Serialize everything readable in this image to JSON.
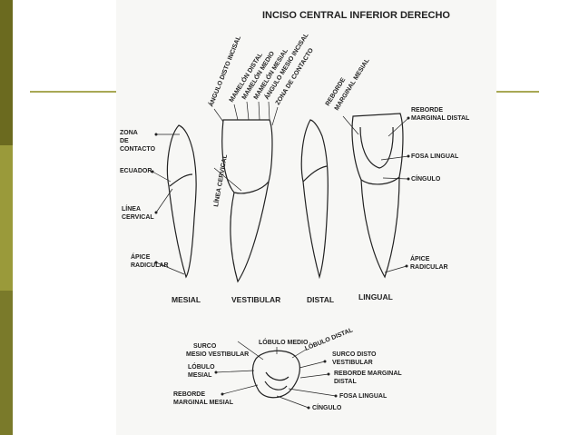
{
  "colors": {
    "sidebar_top": "#6b6a1f",
    "sidebar_mid": "#9a9a3a",
    "sidebar_bottom": "#7a7a2a",
    "accent_rule": "#a8a855",
    "ink": "#222222"
  },
  "title": "INCISO CENTRAL INFERIOR DERECHO",
  "views": {
    "mesial": "MESIAL",
    "vestibular": "VESTIBULAR",
    "distal": "DISTAL",
    "lingual": "LINGUAL"
  },
  "top_labels": {
    "angulo_disto_incisal": "ÁNGULO DISTO INCISAL",
    "mamelon_distal": "MAMELÓN DISTAL",
    "mamelon_medio": "MAMELÓN MEDIO",
    "mamelon_mesial": "MAMELÓN MESIAL",
    "angulo_mesio_incisal": "ÁNGULO MESIO INCISAL",
    "zona_contacto": "ZONA DE CONTACTO",
    "reborde_marginal_mesial": [
      "REBORDE",
      "MARGINAL MESIAL"
    ]
  },
  "left_labels": {
    "zona_contacto": [
      "ZONA",
      "DE",
      "CONTACTO"
    ],
    "ecuador": "ECUADOR",
    "linea_cervical": [
      "LÍNEA",
      "CERVICAL"
    ],
    "apice_radicular": [
      "ÁPICE",
      "RADICULAR"
    ]
  },
  "vertical_label": "LÍNEA CERVICAL",
  "right_labels": {
    "reborde_marginal_distal": [
      "REBORDE",
      "MARGINAL DISTAL"
    ],
    "fosa_lingual": "FOSA LINGUAL",
    "cingulo": "CÍNGULO",
    "apice_radicular": [
      "ÁPICE",
      "RADICULAR"
    ]
  },
  "occlusal_labels": {
    "lobulo_medio": "LÓBULO MEDIO",
    "lobulo_distal": "LÓBULO DISTAL",
    "surco_mesio_vestibular": [
      "SURCO",
      "MESIO VESTIBULAR"
    ],
    "lobulo_mesial": [
      "LÓBULO",
      "MESIAL"
    ],
    "reborde_marginal_mesial": [
      "REBORDE",
      "MARGINAL MESIAL"
    ],
    "surco_disto_vestibular": [
      "SURCO DISTO",
      "VESTIBULAR"
    ],
    "reborde_marginal_distal": [
      "REBORDE MARGINAL",
      "DISTAL"
    ],
    "fosa_lingual": "FOSA LINGUAL",
    "cingulo": "CÍNGULO"
  }
}
